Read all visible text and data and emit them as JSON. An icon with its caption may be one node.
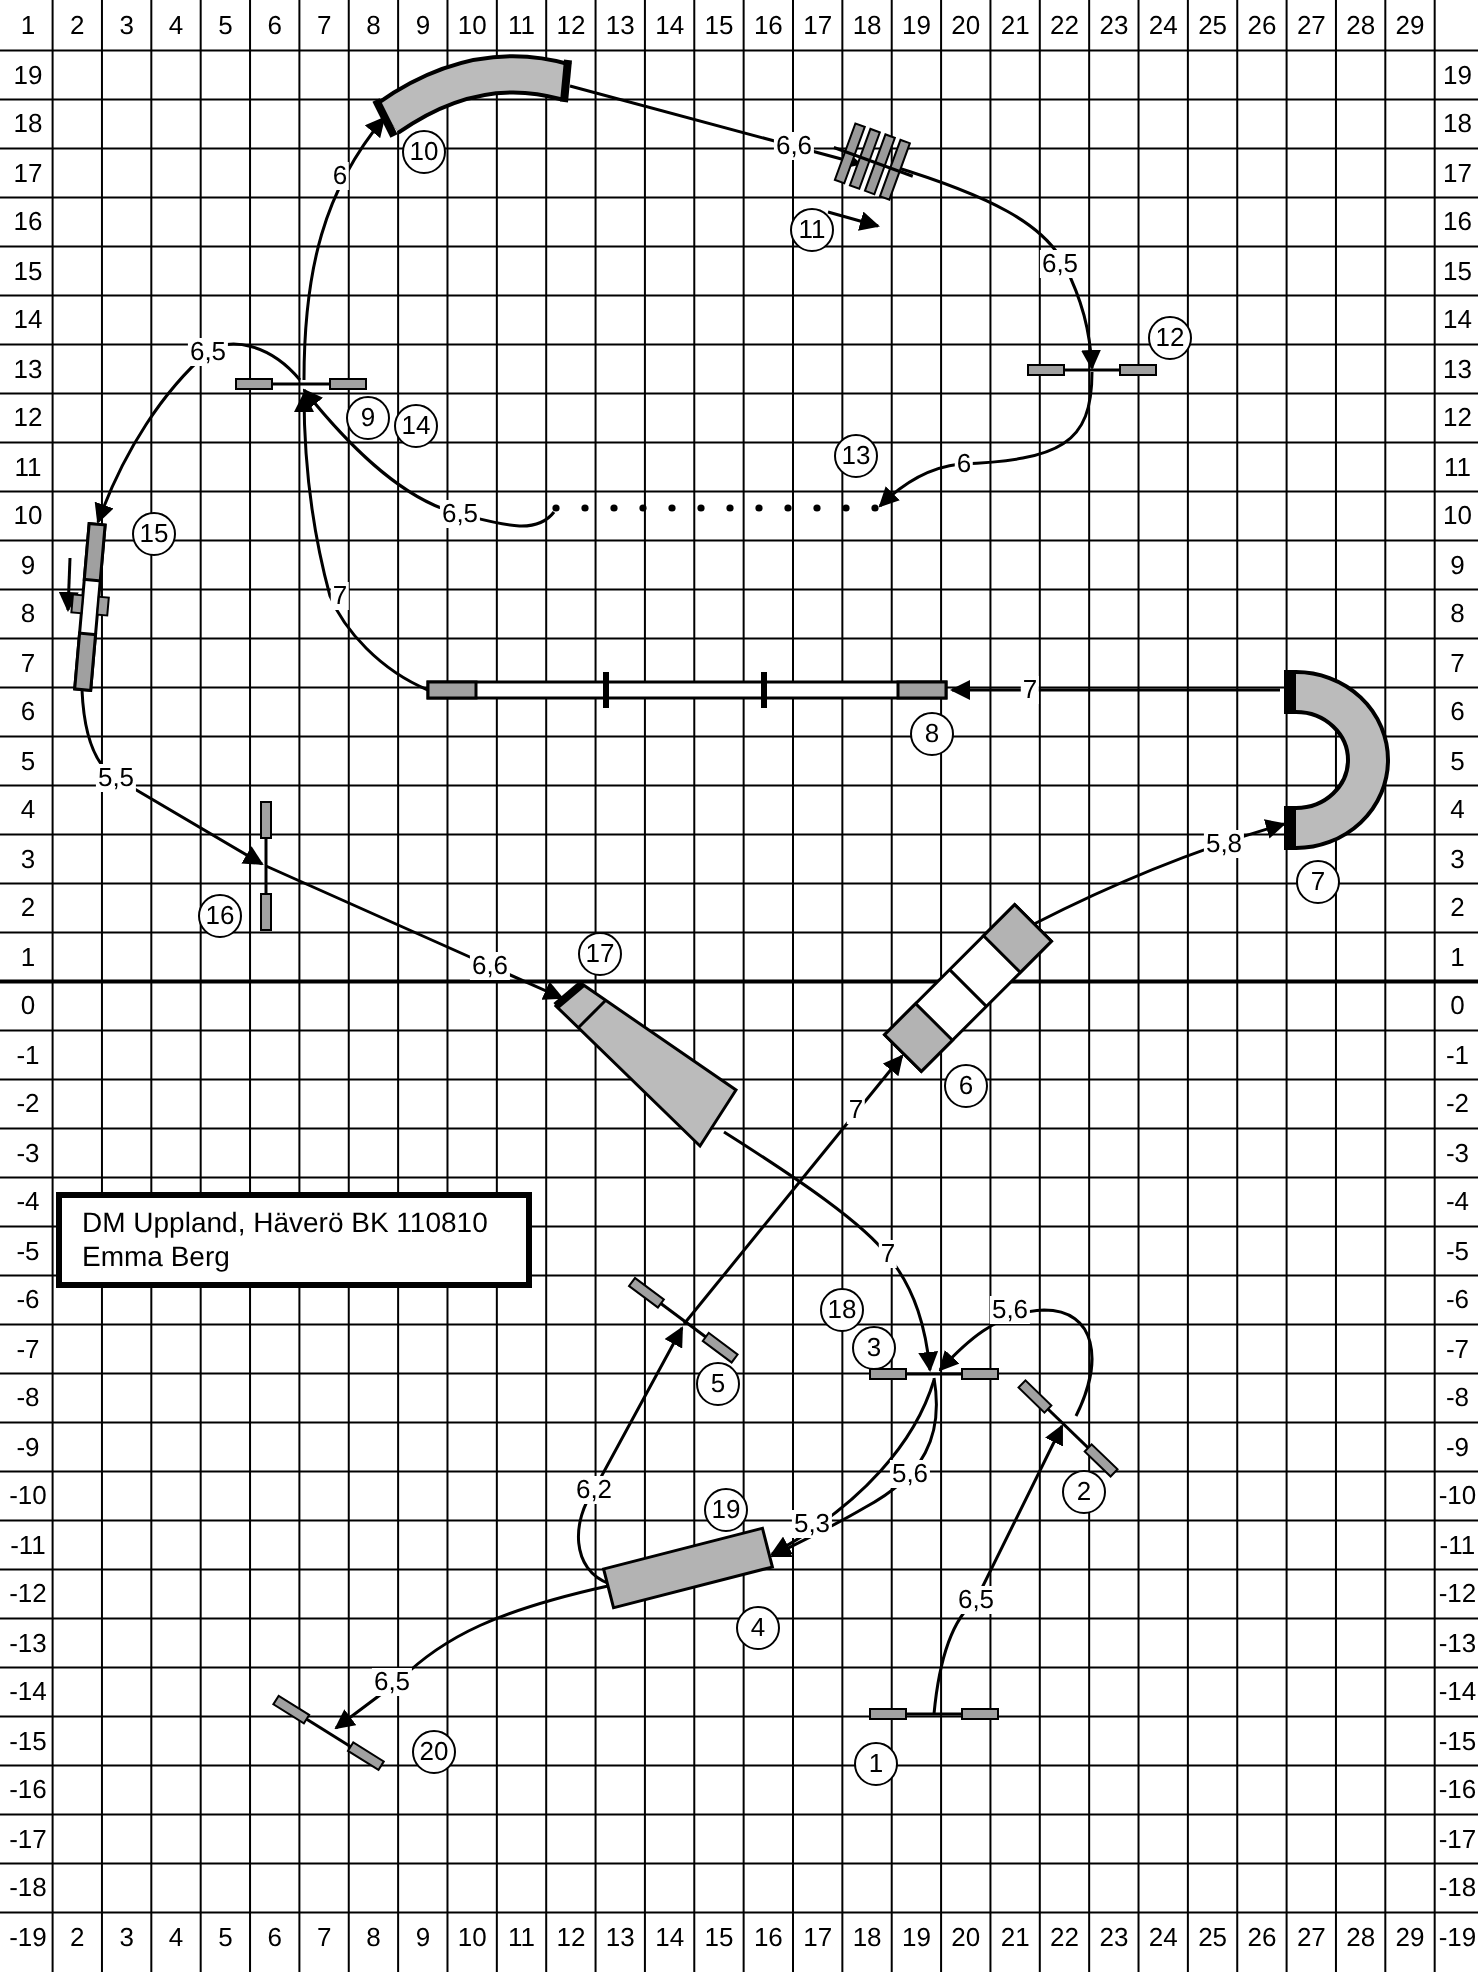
{
  "diagram": {
    "nodes": [
      {
        "text": [],
        "shape": "picture",
        "beside": [
          "1"
        ]
      },
      {
        "text": [],
        "shape": "picture",
        "beside": [
          "2"
        ]
      },
      {
        "text": [],
        "shape": "picture",
        "beside": [
          "18",
          "3"
        ]
      },
      {
        "text": [],
        "shape": "box",
        "beside": [
          "19",
          "4"
        ]
      },
      {
        "text": [],
        "shape": "picture",
        "beside": [
          "5"
        ]
      },
      {
        "text": [],
        "shape": "picture",
        "beside": [
          "6"
        ]
      },
      {
        "text": [],
        "shape": "picture",
        "beside": [
          "7"
        ]
      },
      {
        "text": [],
        "shape": "picture",
        "beside": [
          "8"
        ]
      },
      {
        "text": [],
        "shape": "picture",
        "beside": [
          "9",
          "14"
        ]
      },
      {
        "text": [],
        "shape": "picture",
        "beside": [
          "10"
        ]
      },
      {
        "text": [],
        "shape": "picture",
        "beside": [
          "11"
        ]
      },
      {
        "text": [],
        "shape": "picture",
        "beside": [
          "12"
        ]
      },
      {
        "text": [],
        "shape": "picture",
        "beside": [
          "13"
        ]
      },
      {
        "text": [],
        "shape": "picture",
        "beside": [
          "15"
        ]
      },
      {
        "text": [],
        "shape": "picture",
        "beside": [
          "16"
        ]
      },
      {
        "text": [],
        "shape": "picture",
        "beside": [
          "17"
        ]
      },
      {
        "text": [],
        "shape": "picture",
        "beside": [
          "20"
        ]
      },
      {
        "text": [
          "DM Uppland, Häverö BK 110810",
          "Emma Berg"
        ]
      }
    ],
    "edges": [
      {
        "from": 0,
        "to": 1,
        "arrow": "to",
        "label": "6,5"
      },
      {
        "from": 1,
        "to": 2,
        "arrow": "to",
        "label": "5,6"
      },
      {
        "from": 2,
        "to": 3,
        "arrow": "to",
        "label": "5,3"
      },
      {
        "from": 3,
        "to": 4,
        "arrow": "to",
        "label": "6,2"
      },
      {
        "from": 4,
        "to": 5,
        "arrow": "to",
        "label": "7"
      },
      {
        "from": 5,
        "to": 6,
        "arrow": "to",
        "label": "5,8"
      },
      {
        "from": 6,
        "to": 7,
        "arrow": "to",
        "label": "7"
      },
      {
        "from": 7,
        "to": 8,
        "arrow": "to",
        "label": "7"
      },
      {
        "from": 8,
        "to": 9,
        "arrow": "to",
        "label": "6"
      },
      {
        "from": 9,
        "to": 10,
        "arrow": "to",
        "label": "6,6"
      },
      {
        "from": 10,
        "to": 11,
        "arrow": "to",
        "label": "6,5"
      },
      {
        "from": 11,
        "to": 12,
        "arrow": "to",
        "label": "6"
      },
      {
        "from": 12,
        "to": 8,
        "arrow": "to",
        "label": "6,5"
      },
      {
        "from": 8,
        "to": 13,
        "arrow": "to",
        "label": "6,5"
      },
      {
        "from": 13,
        "to": 14,
        "arrow": "to",
        "label": "5,5"
      },
      {
        "from": 14,
        "to": 15,
        "arrow": "to",
        "label": "6,6"
      },
      {
        "from": 15,
        "to": 2,
        "arrow": "to",
        "label": "7"
      },
      {
        "from": 2,
        "to": 3,
        "arrow": "to",
        "label": "5,6"
      },
      {
        "from": 3,
        "to": 16,
        "arrow": "to",
        "label": "6,5"
      }
    ],
    "labels": [
      "1",
      "2",
      "3",
      "4",
      "5",
      "6",
      "7",
      "8",
      "9",
      "10",
      "11",
      "12",
      "13",
      "14",
      "15",
      "16",
      "17",
      "18",
      "19",
      "20",
      "21",
      "22",
      "23",
      "24",
      "25",
      "26",
      "27",
      "28",
      "29",
      "19",
      "19",
      "18",
      "18",
      "17",
      "17",
      "16",
      "16",
      "15",
      "15",
      "14",
      "14",
      "13",
      "13",
      "12",
      "12",
      "11",
      "11",
      "10",
      "10",
      "9",
      "9",
      "8",
      "8",
      "7",
      "7",
      "6",
      "6",
      "5",
      "5",
      "4",
      "4",
      "3",
      "3",
      "2",
      "2",
      "1",
      "1",
      "0",
      "0",
      "-1",
      "-1",
      "-2",
      "-2",
      "-3",
      "-3",
      "-4",
      "-4",
      "-5",
      "-5",
      "-6",
      "-6",
      "-7",
      "-7",
      "-8",
      "-8",
      "-9",
      "-9",
      "-10",
      "-10",
      "-11",
      "-11",
      "-12",
      "-12",
      "-13",
      "-13",
      "-14",
      "-14",
      "-15",
      "-15",
      "-16",
      "-16",
      "-17",
      "-17",
      "-18",
      "-18",
      "-19",
      "2",
      "3",
      "4",
      "5",
      "6",
      "7",
      "8",
      "9",
      "10",
      "11",
      "12",
      "13",
      "14",
      "15",
      "16",
      "17",
      "18",
      "19",
      "20",
      "21",
      "22",
      "23",
      "24",
      "25",
      "26",
      "27",
      "28",
      "29",
      "-19"
    ]
  }
}
